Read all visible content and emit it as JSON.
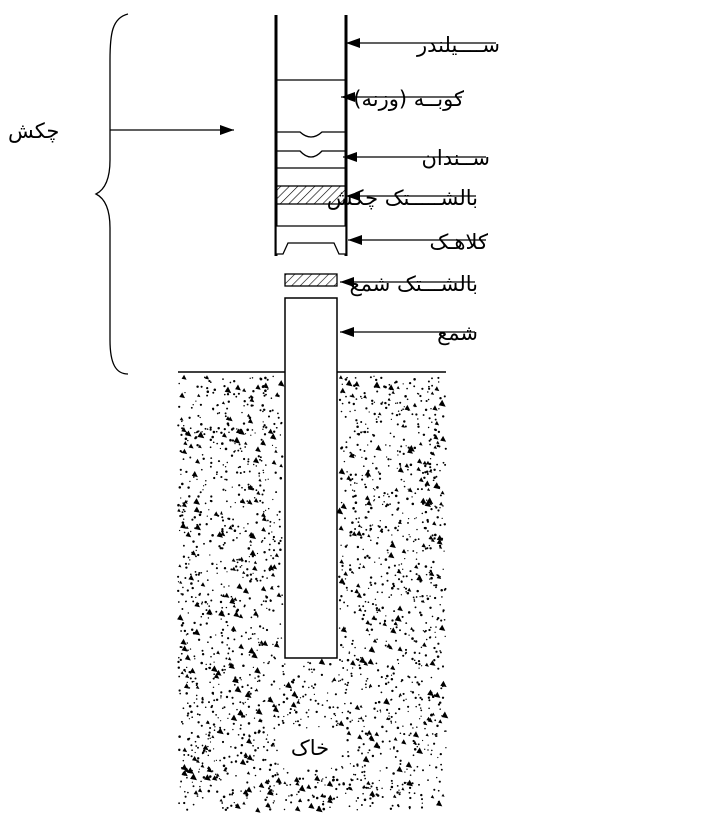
{
  "labels": {
    "cylinder": "ســــيلندر",
    "weight": "كوبــه (وزنه)",
    "anvil": "ســندان",
    "hammer_cushion": "بالشـــــتک چکش",
    "cap": "کلاهـک",
    "pile_cushion": "بالشـــتک شمع",
    "pile": "شمع",
    "hammer": "چکش",
    "soil": "خاک"
  },
  "colors": {
    "line": "#000000",
    "background": "#ffffff"
  }
}
